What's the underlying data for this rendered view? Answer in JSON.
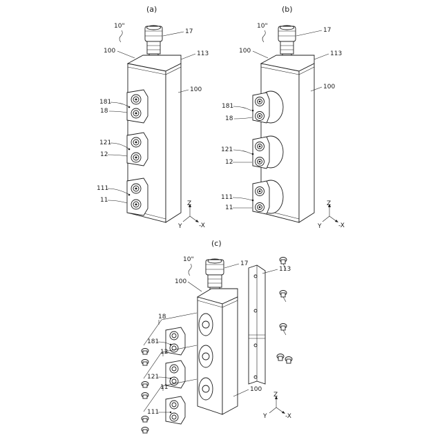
{
  "panels": [
    {
      "label": "(a)",
      "ref_main": "10\"",
      "ref_fitting": "17",
      "ref_body_top": "100",
      "ref_body_side": "100",
      "ref_corner": "113",
      "ref_boss_a": "181",
      "ref_boss_b": "18",
      "ref_boss_c": "121",
      "ref_boss_d": "12",
      "ref_boss_e": "111",
      "ref_boss_f": "11",
      "axis_z": "Z",
      "axis_y": "Y",
      "axis_x": "-X"
    },
    {
      "label": "(b)",
      "ref_main": "10\"",
      "ref_fitting": "17",
      "ref_body_top": "100",
      "ref_body_side": "100",
      "ref_corner": "113",
      "ref_boss_a": "181",
      "ref_boss_b": "18",
      "ref_boss_c": "121",
      "ref_boss_d": "12",
      "ref_boss_e": "111",
      "ref_boss_f": "11",
      "axis_z": "Z",
      "axis_y": "Y",
      "axis_x": "-X"
    },
    {
      "label": "(c)",
      "ref_main": "10\"",
      "ref_fitting": "17",
      "ref_body_top": "100",
      "ref_body_side": "100",
      "ref_plate": "113",
      "ref_group_18": "18",
      "ref_181": "181",
      "ref_12": "12",
      "ref_121": "121",
      "ref_11": "11",
      "ref_111": "111",
      "axis_z": "Z",
      "axis_y": "Y",
      "axis_x": "-X"
    }
  ]
}
